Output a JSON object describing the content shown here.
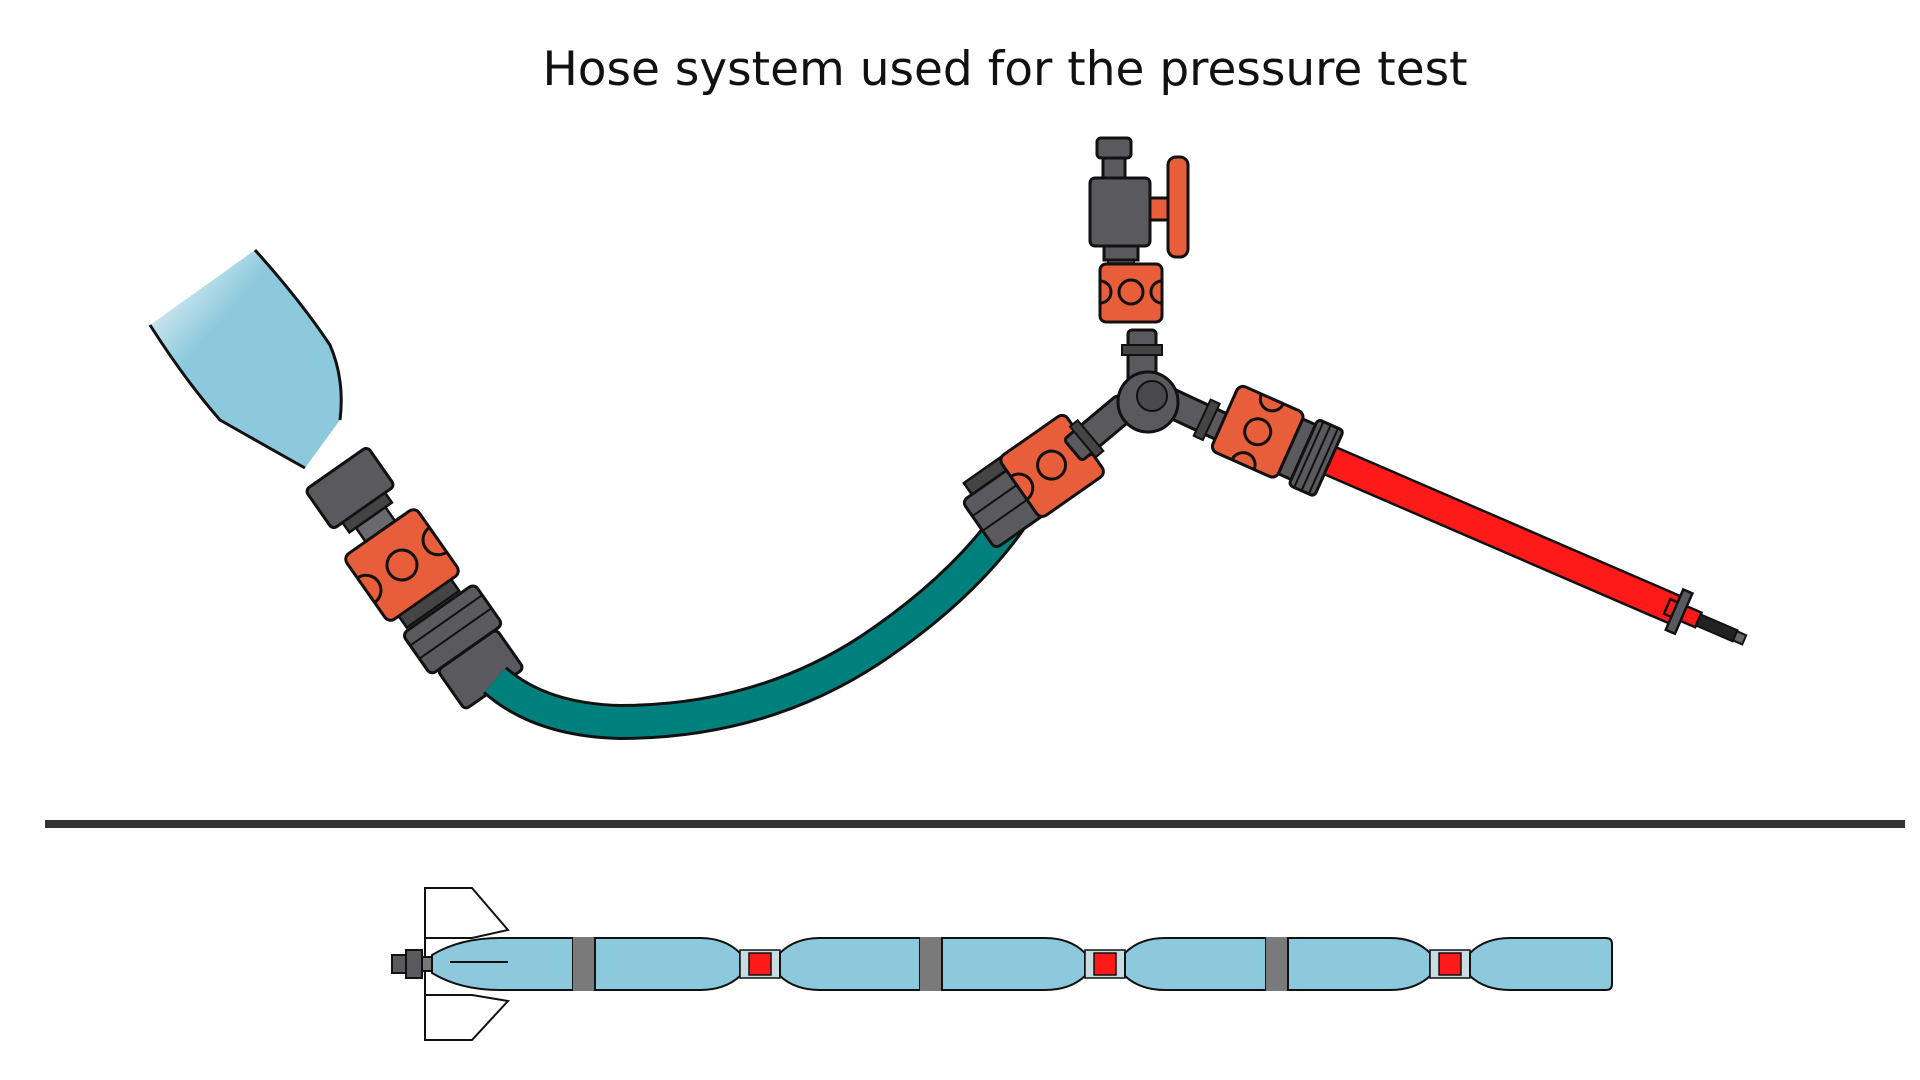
{
  "title": "Hose system used for the pressure test",
  "colors": {
    "bottle_water": "#8dc9dc",
    "connector_orange": "#e85d3a",
    "fitting_gray": "#5a5a5e",
    "garden_hose_teal": "#00807c",
    "pressure_hose_red": "#ff1a1a",
    "divider": "#333333",
    "segment_band": "#7a7a7a"
  },
  "diagram": {
    "parts": [
      "bottle-neck",
      "bottle-tap-adapter",
      "quick-connector-bottle",
      "hose-coupling-left",
      "garden-hose",
      "quick-connector-hose-end",
      "y-splitter",
      "shutoff-valve",
      "quick-connector-valve",
      "quick-connector-right",
      "pressure-hose",
      "pressure-hose-nozzle",
      "rocket-assembly"
    ]
  }
}
